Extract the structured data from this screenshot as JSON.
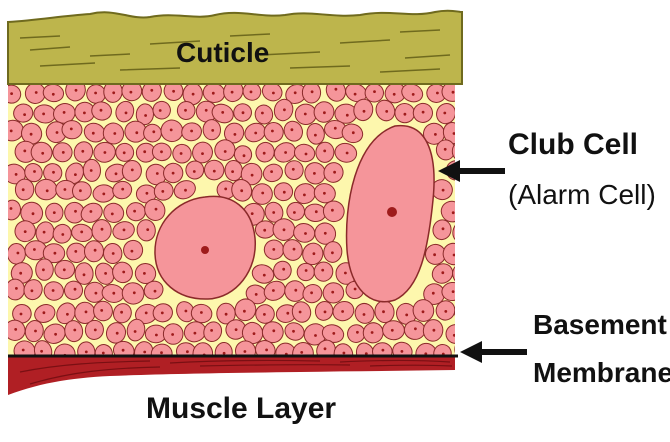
{
  "labels": {
    "cuticle": "Cuticle",
    "club_cell": "Club Cell",
    "alarm_cell": "(Alarm Cell)",
    "basement_line1": "Basement",
    "basement_line2": "Membrane",
    "muscle_layer": "Muscle Layer"
  },
  "colors": {
    "cuticle": "#bdb54c",
    "cuticle_stroke": "#6f6a1e",
    "background_cream": "#fdf7ad",
    "cell_fill": "#f5959a",
    "cell_stroke": "#8a2a2a",
    "nucleus": "#9e1b1b",
    "muscle": "#b01f24",
    "arrow": "#111111"
  }
}
